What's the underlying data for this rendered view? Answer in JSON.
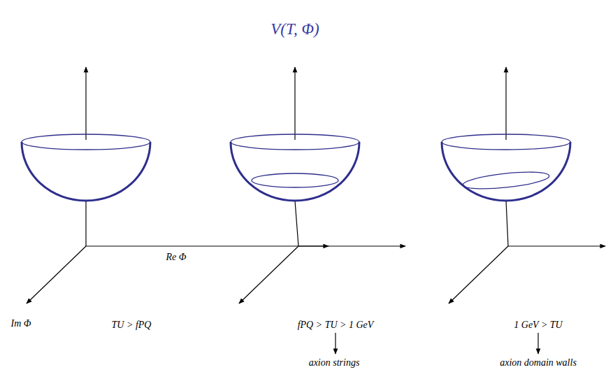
{
  "diagram": {
    "title": "V(T, Φ)",
    "labels": [
      "Re Φ",
      "Im Φ",
      "TU > fPQ",
      "fPQ > TU > 1 GeV",
      "axion strings",
      "1 GeV > TU",
      "axion domain walls"
    ]
  }
}
